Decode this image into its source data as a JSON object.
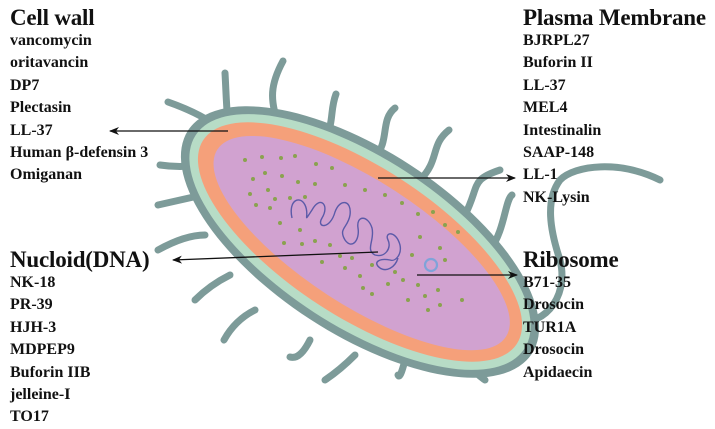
{
  "diagram": {
    "colors": {
      "outer_wall": "#7d9b99",
      "periplasm": "#b7dcc6",
      "membrane": "#f5a07a",
      "cytoplasm": "#d1a2d0",
      "ribosome_dots": "#8aa24f",
      "dna": "#5b5aa8",
      "ribosome_ring": "#7fa3d9",
      "arrow": "#111111"
    }
  },
  "cell_wall": {
    "title": "Cell wall",
    "items": [
      "vancomycin",
      "oritavancin",
      "DP7",
      "Plectasin",
      "LL-37",
      "Human β-defensin 3",
      "Omiganan"
    ]
  },
  "plasma_membrane": {
    "title": "Plasma Membrane",
    "items": [
      "BJRPL27",
      "Buforin II",
      "LL-37",
      "MEL4",
      "Intestinalin",
      "SAAP-148",
      "LL-1",
      "NK-Lysin"
    ]
  },
  "nucleoid": {
    "title": "Nucloid(DNA)",
    "items": [
      "NK-18",
      "PR-39",
      "HJH-3",
      "MDPEP9",
      "Buforin IIB",
      "jelleine-I",
      "TO17"
    ]
  },
  "ribosome": {
    "title": "Ribosome",
    "items": [
      "B71-35",
      "Drosocin",
      "TUR1A",
      "Drosocin",
      "Apidaecin"
    ]
  }
}
